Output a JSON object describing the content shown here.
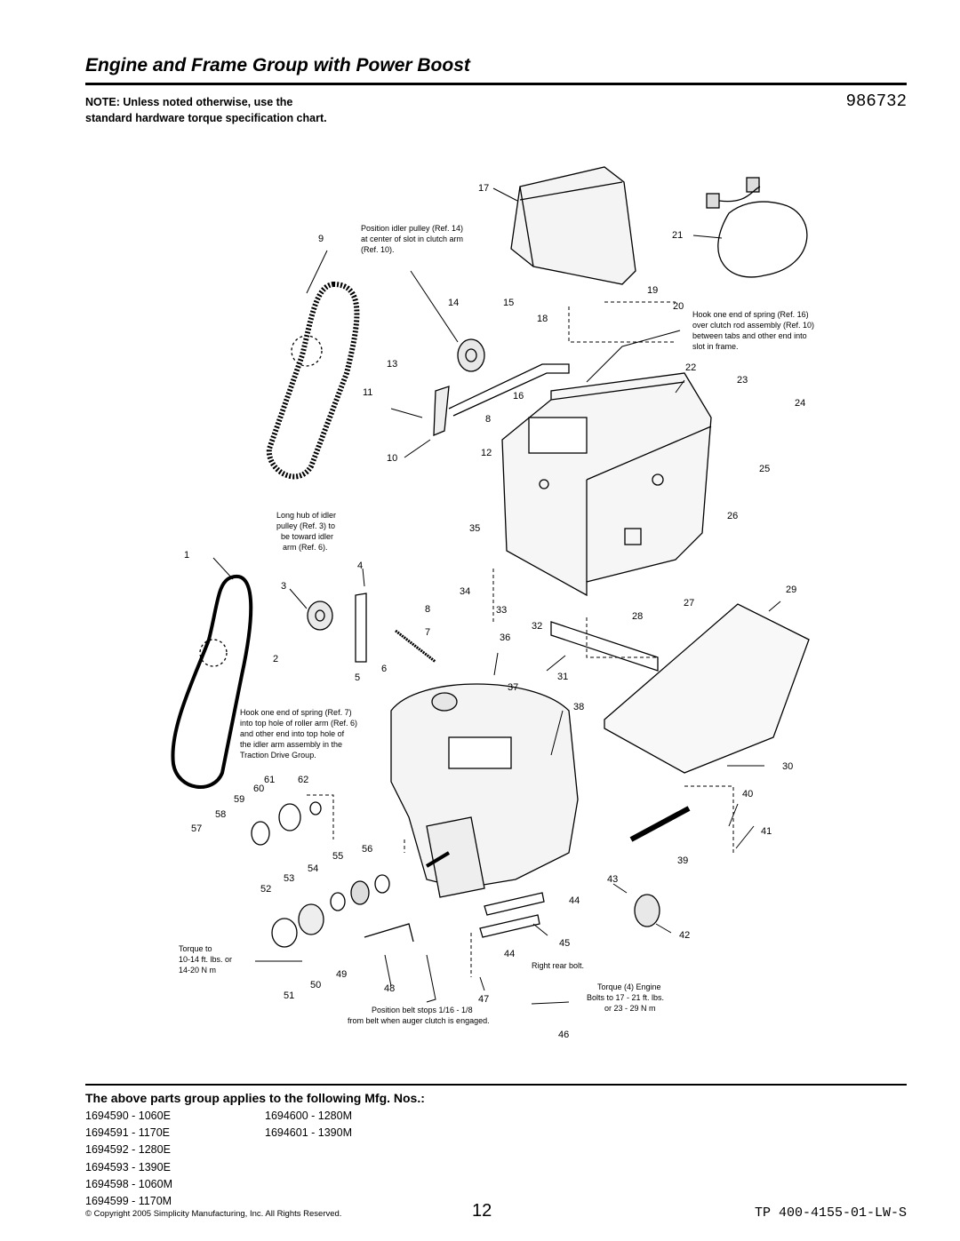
{
  "header": {
    "title": "Engine and Frame Group with Power Boost",
    "doc_code": "986732",
    "note": "NOTE: Unless noted otherwise, use the standard hardware torque specification chart."
  },
  "callouts": {
    "idler_pulley_position": [
      "Position idler pulley (Ref. 14)",
      "at center of slot in clutch arm",
      "(Ref. 10)."
    ],
    "spring_ref16": [
      "Hook one end of spring (Ref. 16)",
      "over clutch rod assembly (Ref. 10)",
      "between tabs and other end into",
      "slot in frame."
    ],
    "long_hub": [
      "Long hub of idler",
      "pulley (Ref. 3) to",
      "be toward idler",
      "arm (Ref. 6)."
    ],
    "spring_ref7": [
      "Hook one end of spring (Ref. 7)",
      "into top hole of roller arm (Ref. 6)",
      "and other end into top hole of",
      "the idler arm assembly in the",
      "Traction Drive Group."
    ],
    "torque_left": [
      "Torque to",
      "10-14 ft. lbs. or",
      "14-20 N m"
    ],
    "right_rear_bolt": "Right rear bolt.",
    "torque_engine": [
      "Torque (4) Engine",
      "Bolts to 17 - 21 ft. lbs.",
      "or 23 - 29 N m"
    ],
    "belt_stops": [
      "Position belt stops 1/16 - 1/8",
      "from belt when auger clutch is engaged."
    ]
  },
  "part_numbers": [
    "1",
    "2",
    "3",
    "4",
    "5",
    "6",
    "7",
    "8",
    "8",
    "9",
    "10",
    "11",
    "12",
    "13",
    "14",
    "15",
    "16",
    "17",
    "18",
    "19",
    "20",
    "21",
    "22",
    "23",
    "24",
    "25",
    "26",
    "27",
    "28",
    "29",
    "30",
    "31",
    "32",
    "33",
    "34",
    "35",
    "36",
    "37",
    "38",
    "39",
    "40",
    "41",
    "42",
    "43",
    "44",
    "44",
    "45",
    "46",
    "47",
    "48",
    "49",
    "50",
    "51",
    "52",
    "53",
    "54",
    "55",
    "56",
    "57",
    "58",
    "59",
    "60",
    "61",
    "62"
  ],
  "applies": {
    "heading": "The above parts group applies to the following Mfg. Nos.:",
    "col1": [
      "1694590 - 1060E",
      "1694591 - 1170E",
      "1694592 - 1280E",
      "1694593 - 1390E",
      "1694598 - 1060M",
      "1694599 - 1170M"
    ],
    "col2": [
      "1694600 - 1280M",
      "1694601 - 1390M"
    ]
  },
  "footer": {
    "copyright": "© Copyright 2005 Simplicity Manufacturing, Inc. All Rights Reserved.",
    "page": "12",
    "tp_code": "TP 400-4155-01-LW-S"
  }
}
